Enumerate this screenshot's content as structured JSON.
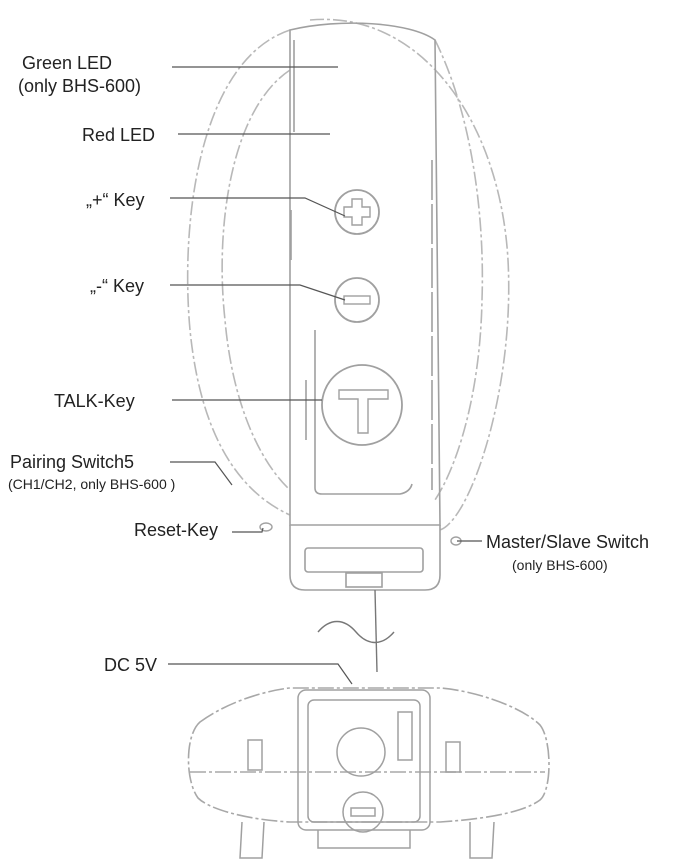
{
  "labels": {
    "green_led": "Green LED",
    "green_led_note": "(only BHS-600)",
    "red_led": "Red LED",
    "plus_key": "„+“ Key",
    "minus_key": "„-“ Key",
    "talk_key": "TALK-Key",
    "pairing_switch": "Pairing Switch5",
    "pairing_switch_note": "(CH1/CH2, only BHS-600 )",
    "reset_key": "Reset-Key",
    "master_slave_switch": "Master/Slave Switch",
    "master_slave_note": "(only BHS-600)",
    "dc_5v": "DC 5V"
  },
  "colors": {
    "outline": "#b8b8b8",
    "inner": "#a0a0a0",
    "leader": "#555555",
    "text": "#222222"
  }
}
